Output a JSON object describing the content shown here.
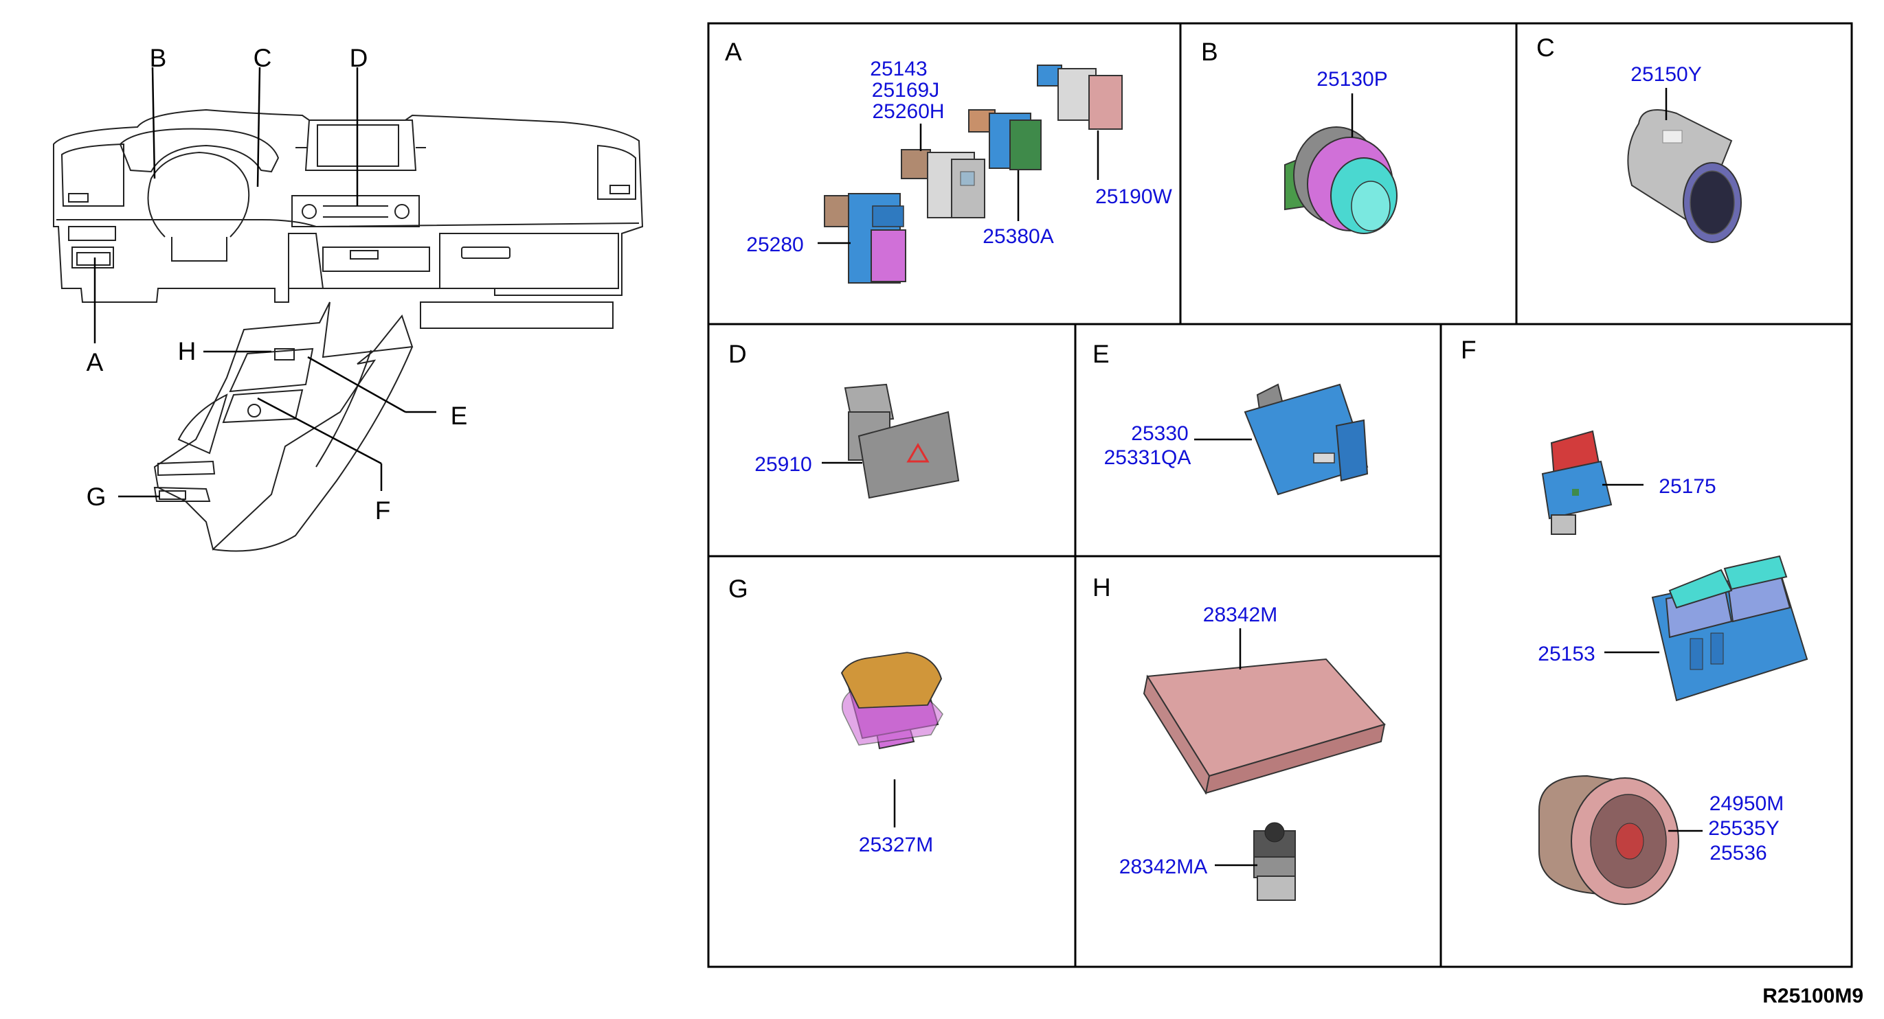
{
  "reference_id": "R25100M9",
  "overview": {
    "labels": {
      "A": "A",
      "B": "B",
      "C": "C",
      "D": "D",
      "E": "E",
      "F": "F",
      "G": "G",
      "H": "H"
    }
  },
  "panels": {
    "A": {
      "label": "A",
      "parts": {
        "p1": "25143",
        "p2": "25169J",
        "p3": "25260H",
        "p4": "25190W",
        "p5": "25380A",
        "p6": "25280"
      }
    },
    "B": {
      "label": "B",
      "parts": {
        "p1": "25130P"
      }
    },
    "C": {
      "label": "C",
      "parts": {
        "p1": "25150Y"
      }
    },
    "D": {
      "label": "D",
      "parts": {
        "p1": "25910"
      }
    },
    "E": {
      "label": "E",
      "parts": {
        "p1": "25330",
        "p2": "25331QA"
      }
    },
    "F": {
      "label": "F",
      "parts": {
        "p1": "25175",
        "p2": "25153",
        "p3": "24950M",
        "p4": "25535Y",
        "p5": "25536"
      }
    },
    "G": {
      "label": "G",
      "parts": {
        "p1": "25327M"
      }
    },
    "H": {
      "label": "H",
      "parts": {
        "p1": "28342M",
        "p2": "28342MA"
      }
    }
  },
  "colors": {
    "part_number_text": "#1010d8",
    "connector_blue": "#3c8fd6",
    "connector_tan": "#b08a70",
    "switch_grey": "#c8c8c8",
    "switch_pink": "#d9a0a0",
    "switch_green": "#3f8a4a",
    "magenta": "#d070d8",
    "cyan": "#4ad8d0",
    "orange": "#d0963a",
    "module_pink": "#d9a0a0",
    "red": "#d23c3c",
    "dark_grey": "#555555"
  }
}
